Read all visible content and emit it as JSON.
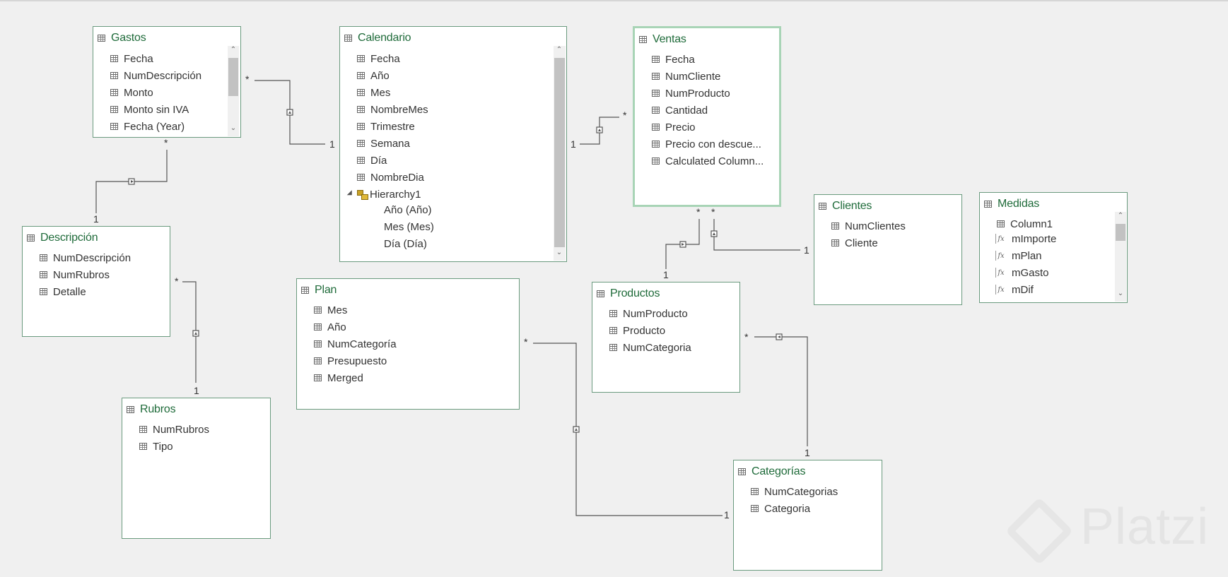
{
  "tables": {
    "gastos": {
      "title": "Gastos",
      "fields": [
        "Fecha",
        "NumDescripción",
        "Monto",
        "Monto sin IVA",
        "Fecha (Year)"
      ]
    },
    "calendario": {
      "title": "Calendario",
      "fields": [
        "Fecha",
        "Año",
        "Mes",
        "NombreMes",
        "Trimestre",
        "Semana",
        "Día",
        "NombreDia"
      ],
      "hierarchy": "Hierarchy1",
      "levels": [
        "Año (Año)",
        "Mes (Mes)",
        "Día (Día)"
      ]
    },
    "ventas": {
      "title": "Ventas",
      "fields": [
        "Fecha",
        "NumCliente",
        "NumProducto",
        "Cantidad",
        "Precio",
        "Precio con descue...",
        "Calculated Column..."
      ]
    },
    "clientes": {
      "title": "Clientes",
      "fields": [
        "NumClientes",
        "Cliente"
      ]
    },
    "medidas": {
      "title": "Medidas",
      "column": "Column1",
      "measures": [
        "mImporte",
        "mPlan",
        "mGasto",
        "mDif"
      ]
    },
    "descripcion": {
      "title": "Descripción",
      "fields": [
        "NumDescripción",
        "NumRubros",
        "Detalle"
      ]
    },
    "plan": {
      "title": "Plan",
      "fields": [
        "Mes",
        "Año",
        "NumCategoría",
        "Presupuesto",
        "Merged"
      ]
    },
    "productos": {
      "title": "Productos",
      "fields": [
        "NumProducto",
        "Producto",
        "NumCategoria"
      ]
    },
    "rubros": {
      "title": "Rubros",
      "fields": [
        "NumRubros",
        "Tipo"
      ]
    },
    "categorias": {
      "title": "Categorías",
      "fields": [
        "NumCategorias",
        "Categoria"
      ]
    }
  },
  "cardinality": {
    "many": "*",
    "one": "1"
  },
  "watermark": "Platzi",
  "colors": {
    "canvas": "#f0f0f0",
    "table_border": "#6a9a7e",
    "title": "#1f6b3a",
    "selected_border": "#a8d4b6"
  }
}
